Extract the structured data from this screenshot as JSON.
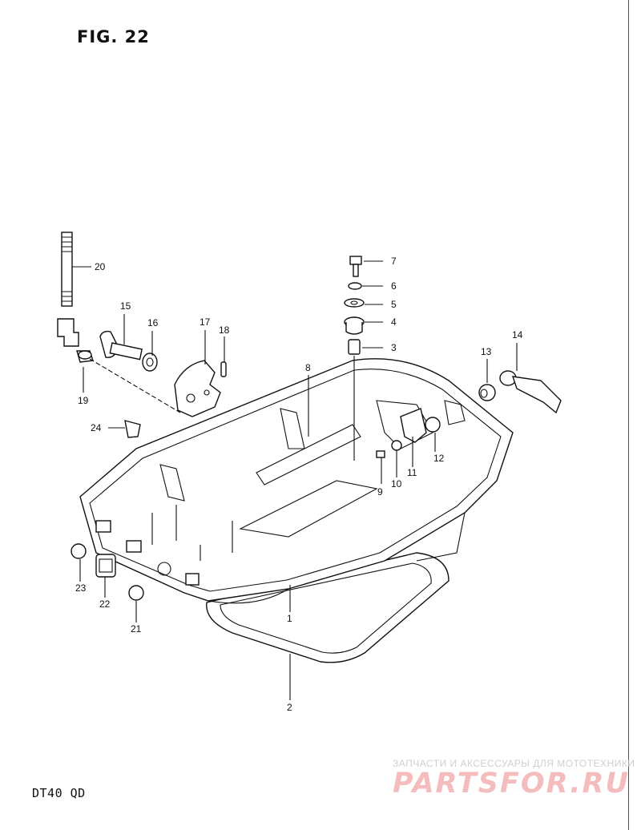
{
  "figure": {
    "title": "FIG. 22",
    "model": "DT40  QD"
  },
  "callouts": [
    {
      "id": "c1",
      "text": "1"
    },
    {
      "id": "c2",
      "text": "2"
    },
    {
      "id": "c3",
      "text": "3"
    },
    {
      "id": "c4",
      "text": "4"
    },
    {
      "id": "c5",
      "text": "5"
    },
    {
      "id": "c6",
      "text": "6"
    },
    {
      "id": "c7",
      "text": "7"
    },
    {
      "id": "c8",
      "text": "8"
    },
    {
      "id": "c9",
      "text": "9"
    },
    {
      "id": "c10",
      "text": "10"
    },
    {
      "id": "c11",
      "text": "11"
    },
    {
      "id": "c12",
      "text": "12"
    },
    {
      "id": "c13",
      "text": "13"
    },
    {
      "id": "c14",
      "text": "14"
    },
    {
      "id": "c15",
      "text": "15"
    },
    {
      "id": "c16",
      "text": "16"
    },
    {
      "id": "c17",
      "text": "17"
    },
    {
      "id": "c18",
      "text": "18"
    },
    {
      "id": "c19",
      "text": "19"
    },
    {
      "id": "c20",
      "text": "20"
    },
    {
      "id": "c21",
      "text": "21"
    },
    {
      "id": "c22",
      "text": "22"
    },
    {
      "id": "c23",
      "text": "23"
    },
    {
      "id": "c24",
      "text": "24"
    }
  ],
  "watermark": {
    "tagline": "ЗАПЧАСТИ И АКСЕССУАРЫ ДЛЯ МОТОТЕХНИКИ",
    "logo": "PARTSFOR.RU",
    "color": "#f4bcbc"
  }
}
